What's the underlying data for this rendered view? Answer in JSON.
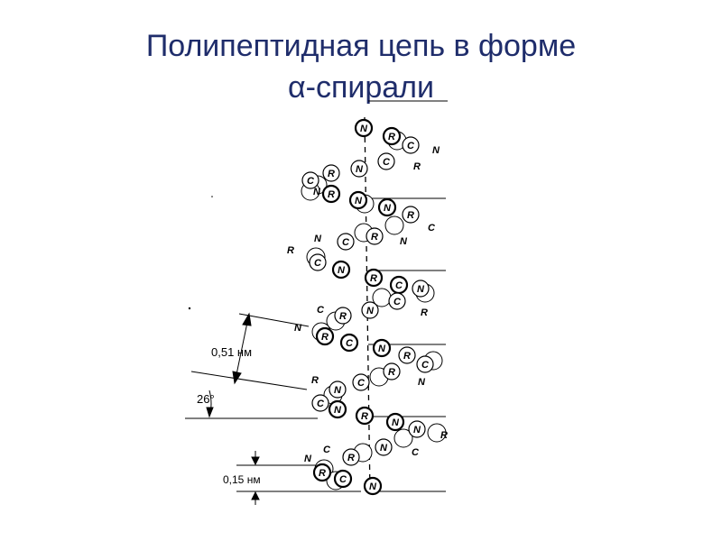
{
  "title": {
    "line1": "Полипептидная цепь в форме",
    "line2": "α-спирали"
  },
  "dimensions": {
    "rise_per_turn": "0,51 нм",
    "angle": "26°",
    "rise_per_residue": "0,15 нм"
  },
  "atom_labels": {
    "nitrogen": "N",
    "carbon": "C",
    "side_chain": "R"
  },
  "colors": {
    "title": "#1f2d6b",
    "drawing": "#000000"
  }
}
